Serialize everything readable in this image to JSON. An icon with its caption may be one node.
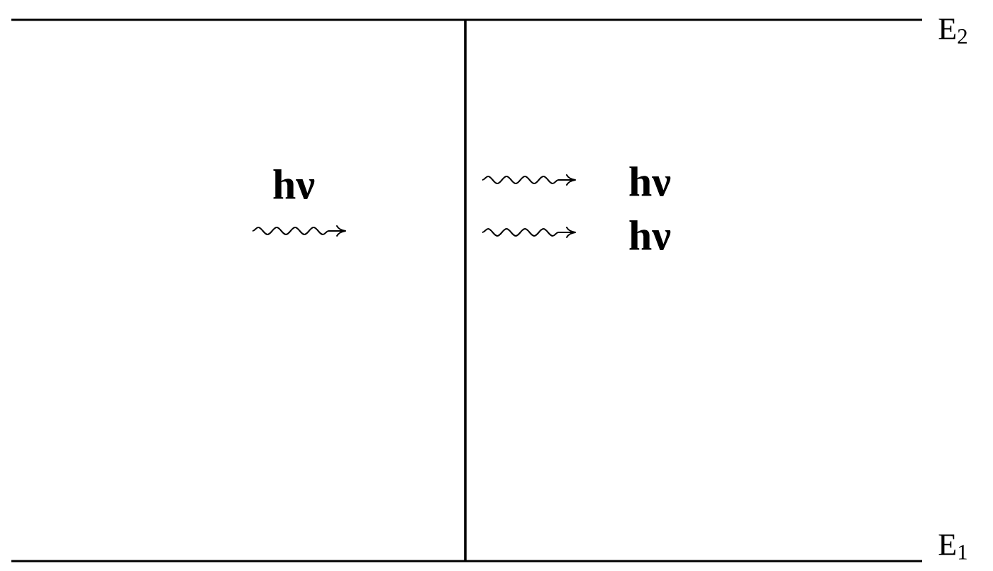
{
  "diagram": {
    "nodes": [
      {
        "text": [],
        "shape": "bar",
        "beside": [
          "E$_{2}$"
        ]
      },
      {
        "text": [],
        "shape": "bar",
        "beside": [
          "E$_{1}$"
        ]
      }
    ],
    "edges": [
      {
        "from": 0,
        "to": 1,
        "arrow": "none"
      }
    ],
    "labels": [
      "hν",
      "hν",
      "hν"
    ]
  }
}
